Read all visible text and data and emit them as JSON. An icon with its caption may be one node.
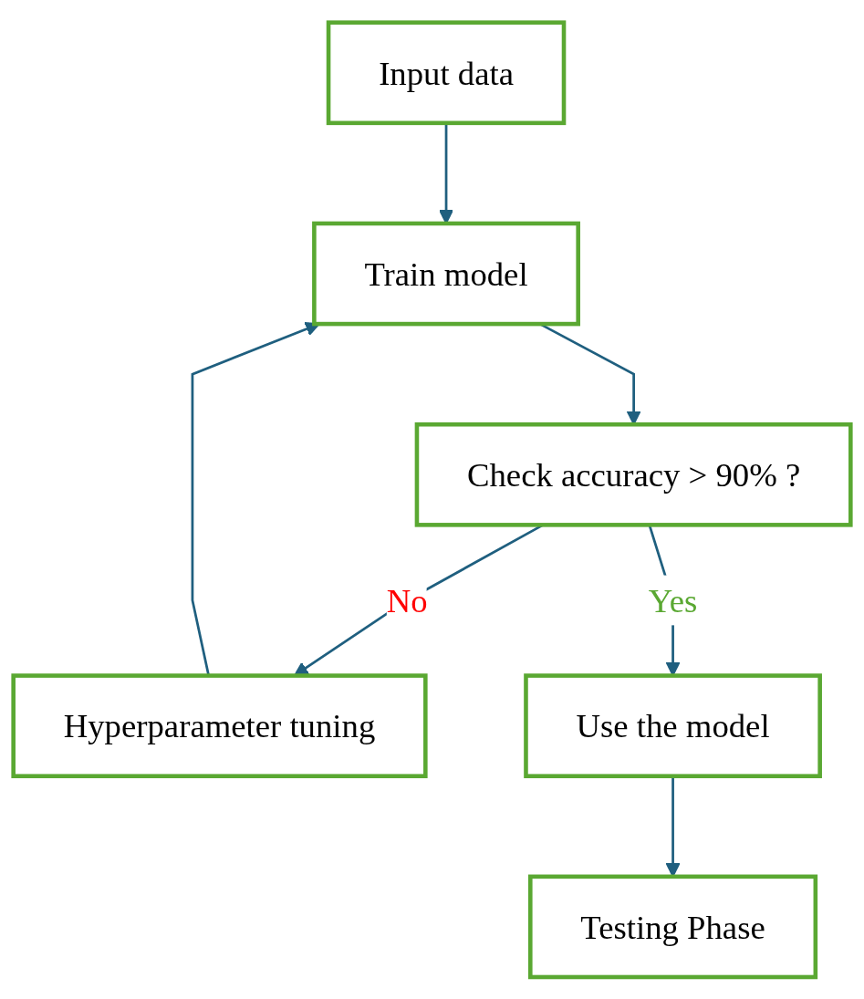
{
  "diagram": {
    "nodes": [
      {
        "text": [
          "Input data"
        ]
      },
      {
        "text": [
          "Train model"
        ]
      },
      {
        "text": [
          "Hyperparameter tuning"
        ]
      },
      {
        "text": [
          "Check accuracy > 90% ?"
        ]
      },
      {
        "text": [
          "Use the model"
        ]
      },
      {
        "text": [
          "Testing Phase"
        ]
      }
    ],
    "edges": [
      {
        "from": 0,
        "to": 1,
        "arrow": "to"
      },
      {
        "from": 1,
        "to": 3,
        "arrow": "to"
      },
      {
        "from": 3,
        "to": 2,
        "arrow": "to",
        "label": "No"
      },
      {
        "from": 2,
        "to": 1,
        "arrow": "to"
      },
      {
        "from": 3,
        "to": 4,
        "arrow": "to",
        "label": "Yes"
      },
      {
        "from": 4,
        "to": 5,
        "arrow": "to"
      }
    ]
  }
}
